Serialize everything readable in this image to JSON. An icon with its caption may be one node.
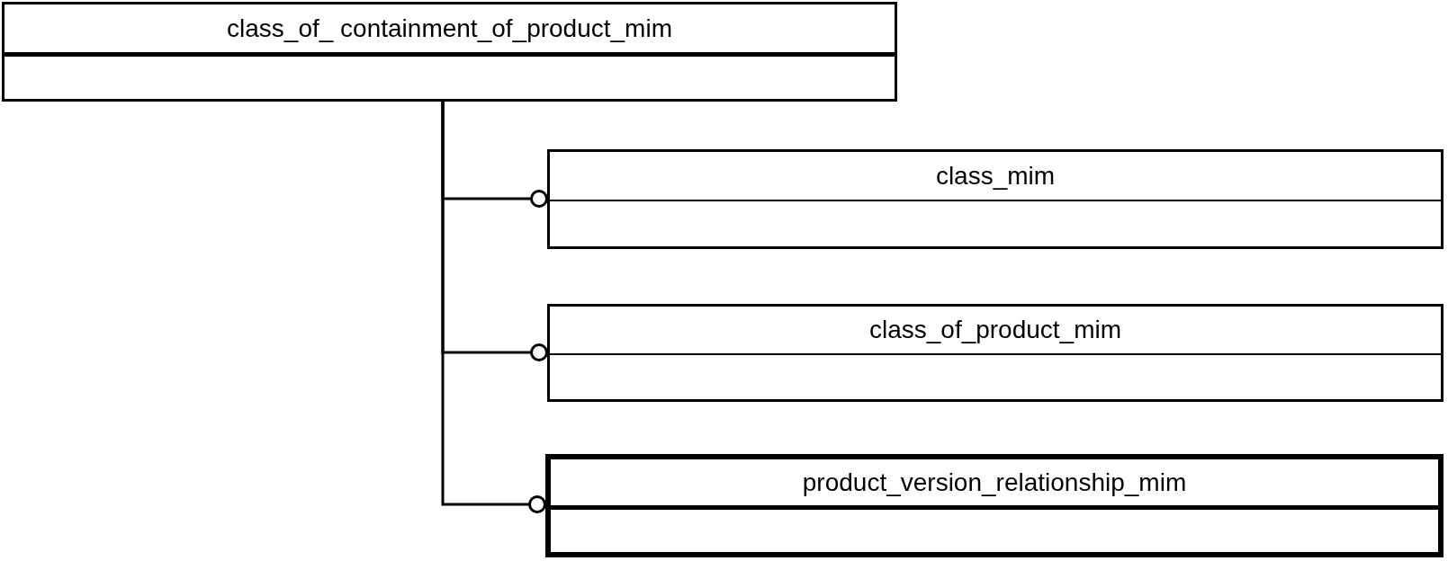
{
  "diagram": {
    "nodes": [
      {
        "text": [
          "class_of_ containment_of_product_mim"
        ]
      },
      {
        "text": [
          "class_mim"
        ]
      },
      {
        "text": [
          "class_of_product_mim"
        ]
      },
      {
        "text": [
          "product_version_relationship_mim"
        ]
      }
    ],
    "edges": [
      {
        "from": 0,
        "to": 1,
        "arrow": "other"
      },
      {
        "from": 0,
        "to": 2,
        "arrow": "other"
      },
      {
        "from": 0,
        "to": 3,
        "arrow": "other"
      }
    ]
  }
}
